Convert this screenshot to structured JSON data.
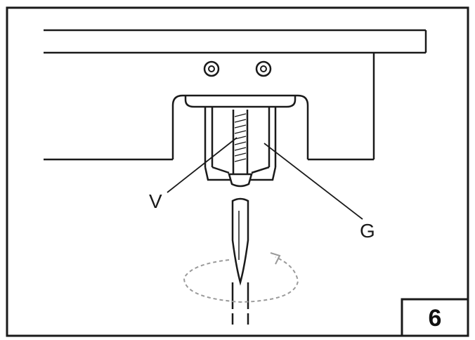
{
  "callouts": {
    "screw_label": "V",
    "guide_label": "G"
  },
  "step": {
    "number": "6"
  },
  "colors": {
    "line": "#1a1a1a",
    "background": "#ffffff",
    "dashed_arrow": "#9a9a9a"
  }
}
